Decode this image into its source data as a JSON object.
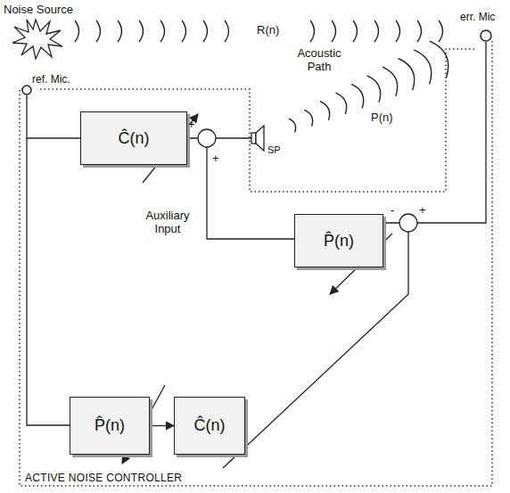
{
  "diagram": {
    "nodes": [
      {
        "text": [
          "ACTIVE NOISE CONTROLLER"
        ]
      },
      {
        "text": [
          "Ĉ(n)"
        ],
        "in": 0
      },
      {
        "text": [
          "P̂(n)"
        ],
        "in": 0
      },
      {
        "text": [
          "P̂(n)"
        ],
        "in": 0
      },
      {
        "text": [
          "Ĉ(n)"
        ],
        "in": 0
      }
    ],
    "edges": [
      {
        "from": 3,
        "to": 4,
        "arrow": "to"
      }
    ],
    "labels": [
      "Noise Source",
      "R(n)",
      "err. Mic",
      "ref. Mic.",
      "Acoustic Path",
      "P(n)",
      "+",
      "+",
      "SP",
      "Auxiliary Input",
      "-",
      "+"
    ]
  }
}
